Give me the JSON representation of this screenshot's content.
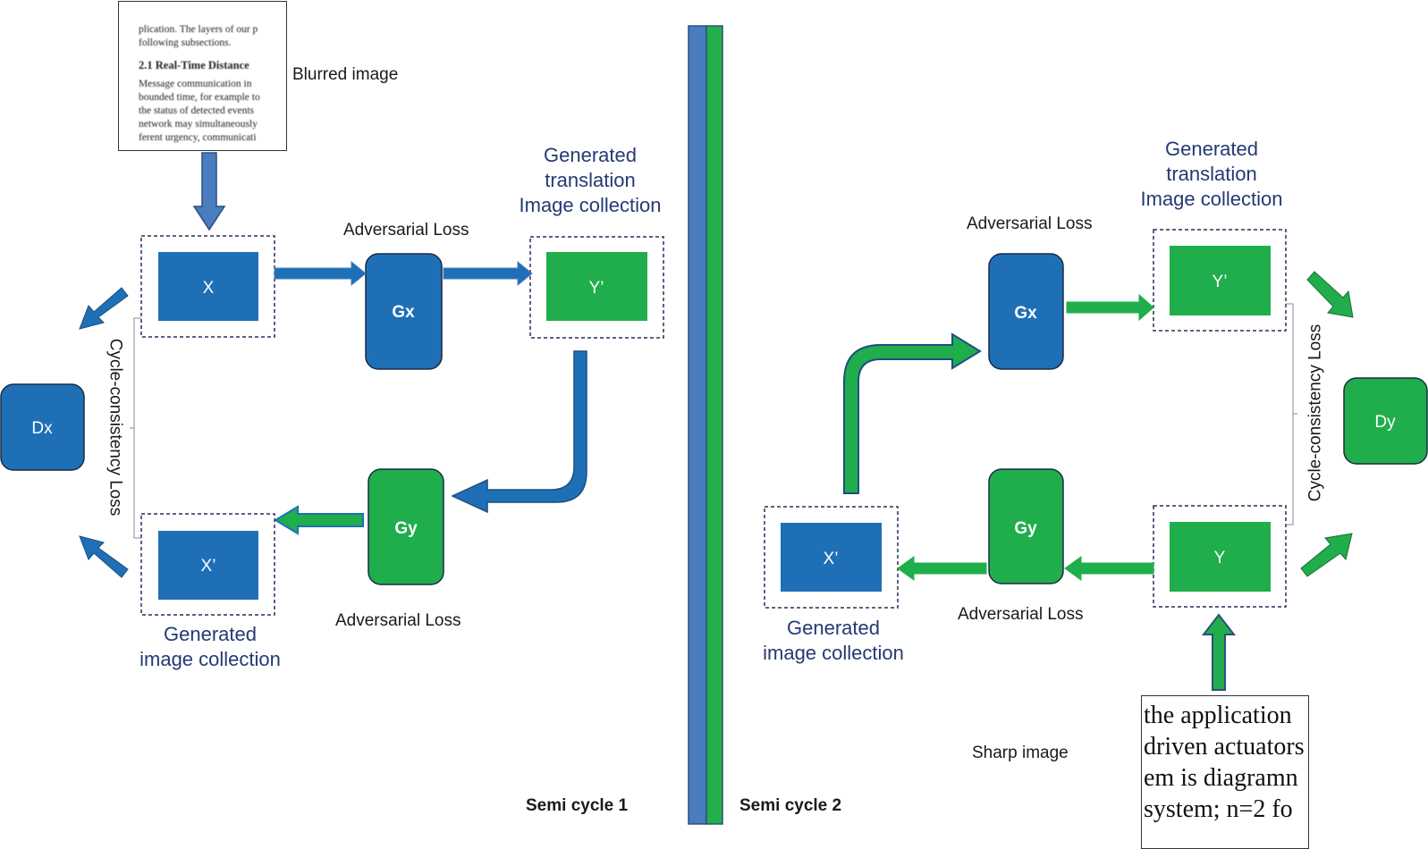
{
  "left": {
    "input_caption": "Blurred image",
    "blurred_doc_lines": [
      "plication. The layers of our p",
      "following subsections.",
      "",
      "2.1    Real-Time Distance",
      "",
      "Message communication in",
      "bounded time, for example to",
      "the status of detected events",
      "network may simultaneously",
      "ferent urgency, communicati"
    ],
    "node_x": "X",
    "node_gx": "Gx",
    "node_y_prime": "Y’",
    "node_gy": "Gy",
    "node_x_prime": "X’",
    "node_dx": "Dx",
    "adv_loss_top": "Adversarial Loss",
    "adv_loss_bottom": "Adversarial Loss",
    "generated_translation": [
      "Generated",
      "translation",
      "Image collection"
    ],
    "generated_image": [
      "Generated",
      "image collection"
    ],
    "cycle_loss": "Cycle-consistency Loss",
    "caption": "Semi cycle 1"
  },
  "right": {
    "input_caption": "Sharp image",
    "sharp_doc_lines": [
      "the application",
      "driven actuators",
      "em is diagramn",
      " system; n=2 fo"
    ],
    "node_gx": "Gx",
    "node_y_prime": "Y’",
    "node_gy": "Gy",
    "node_y": "Y",
    "node_x_prime": "X’",
    "node_dy": "Dy",
    "adv_loss_top": "Adversarial Loss",
    "adv_loss_bottom": "Adversarial Loss",
    "generated_translation": [
      "Generated",
      "translation",
      "Image collection"
    ],
    "generated_image": [
      "Generated",
      "image collection"
    ],
    "cycle_loss": "Cycle-consistency Loss",
    "caption": "Semi cycle 2"
  },
  "colors": {
    "blue": "#1f6fb7",
    "blue_dark": "#1c4e80",
    "green": "#1fae4b",
    "green_dark": "#1d6b35",
    "divider_blue": "#4a7cc0",
    "divider_green": "#22b04b",
    "text_blue": "#243a73"
  }
}
